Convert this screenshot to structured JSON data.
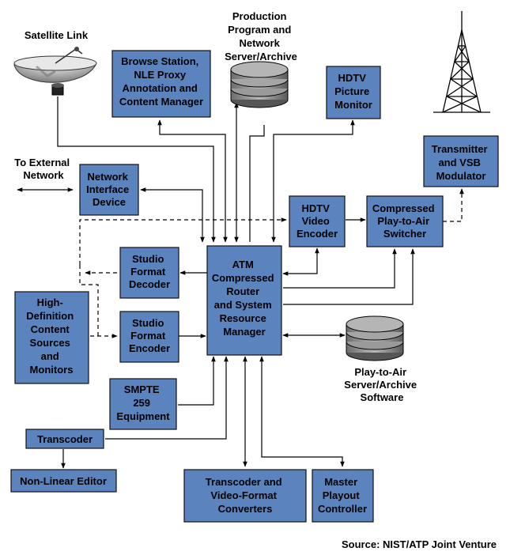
{
  "boxes": {
    "browse": [
      "Browse Station,",
      "NLE Proxy",
      "Annotation and",
      "Content Manager"
    ],
    "hdtv_monitor": [
      "HDTV",
      "Picture",
      "Monitor"
    ],
    "transmitter": [
      "Transmitter",
      "and VSB",
      "Modulator"
    ],
    "network_interface": [
      "Network",
      "Interface",
      "Device"
    ],
    "video_encoder": [
      "HDTV",
      "Video",
      "Encoder"
    ],
    "switcher": [
      "Compressed",
      "Play-to-Air",
      "Switcher"
    ],
    "decoder": [
      "Studio",
      "Format",
      "Decoder"
    ],
    "atm": [
      "ATM",
      "Compressed",
      "Router",
      "and System",
      "Resource",
      "Manager"
    ],
    "hd_sources": [
      "High-",
      "Definition",
      "Content",
      "Sources",
      "and",
      "Monitors"
    ],
    "encoder": [
      "Studio",
      "Format",
      "Encoder"
    ],
    "smpte": [
      "SMPTE",
      "259",
      "Equipment"
    ],
    "transcoder": [
      "Transcoder"
    ],
    "nle": [
      "Non-Linear Editor"
    ],
    "converters": [
      "Transcoder and",
      "Video-Format",
      "Converters"
    ],
    "playout": [
      "Master",
      "Playout",
      "Controller"
    ]
  },
  "labels": {
    "satellite": [
      "Satellite Link"
    ],
    "production": [
      "Production",
      "Program and",
      "Network",
      "Server/Archive"
    ],
    "external": [
      "To External",
      "Network"
    ],
    "playtoair": [
      "Play-to-Air",
      "Server/Archive",
      "Software"
    ],
    "source": "Source: NIST/ATP Joint Venture"
  },
  "icons": [
    "satellite-dish-icon",
    "database-stack-icon",
    "transmission-tower-icon"
  ],
  "colors": {
    "box_fill": "#5b84bf",
    "line": "#000000",
    "icon_gray": "#8a8a8a"
  }
}
